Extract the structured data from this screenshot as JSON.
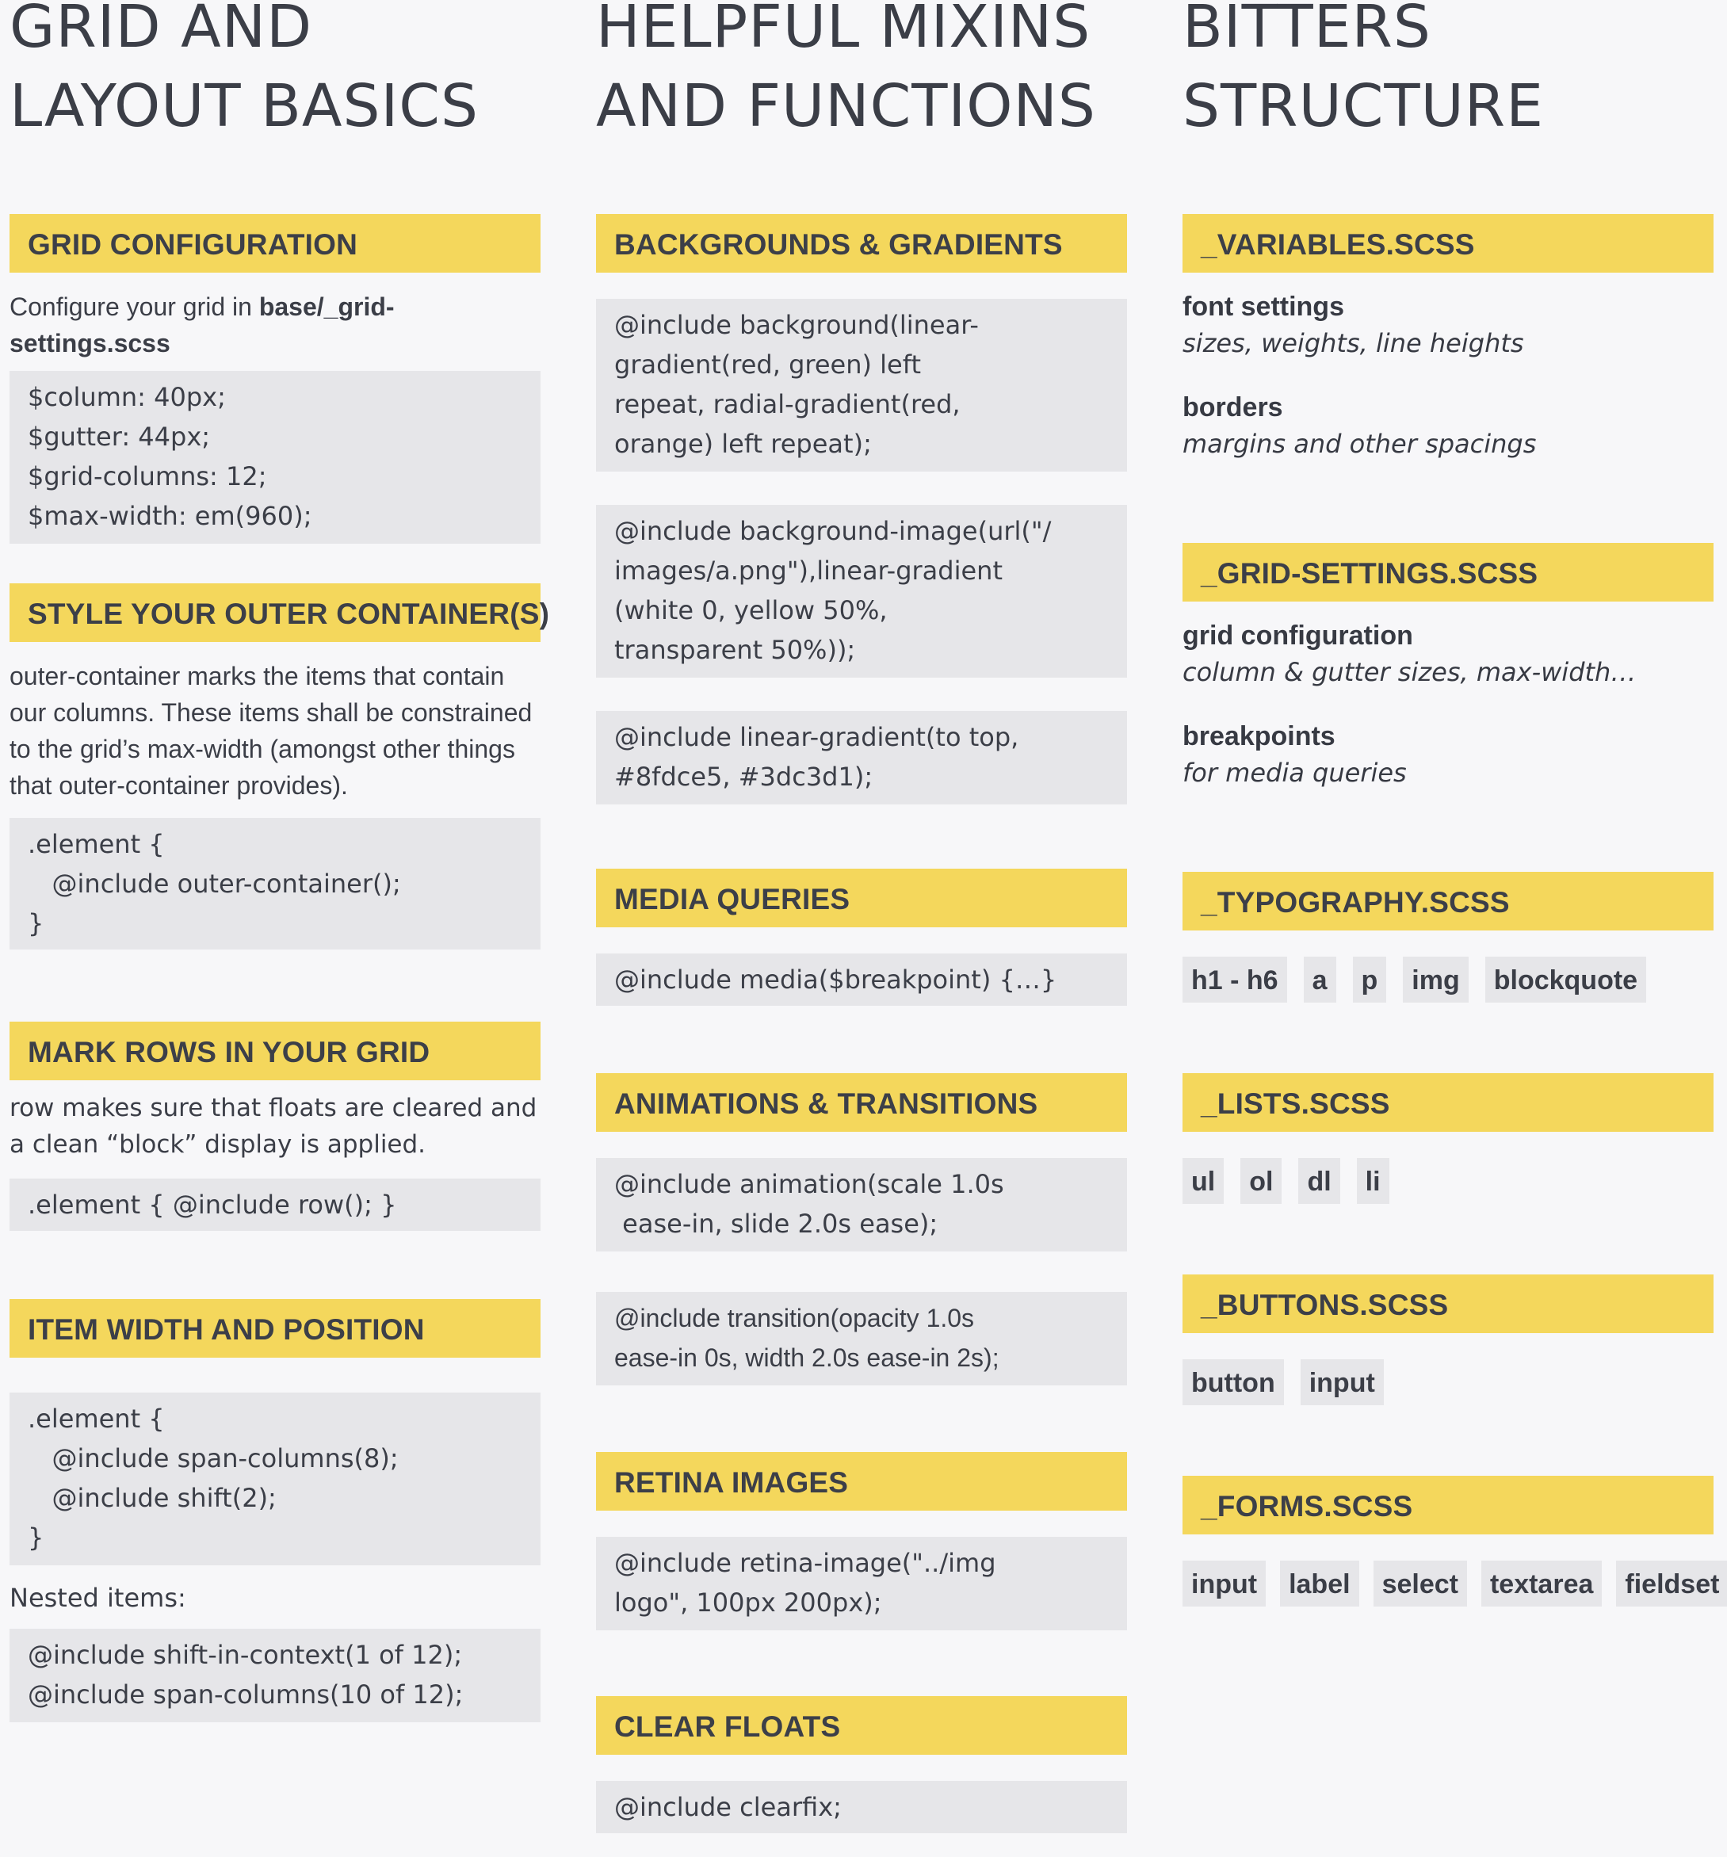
{
  "columns": [
    {
      "title_line1": "GRID AND",
      "title_line2": "LAYOUT BASICS"
    },
    {
      "title_line1": "HELPFUL MIXINS",
      "title_line2": "AND FUNCTIONS"
    },
    {
      "title_line1": "BITTERS",
      "title_line2": "STRUCTURE"
    }
  ],
  "grid": {
    "config": {
      "heading": "GRID CONFIGURATION",
      "intro_prefix": "Configure your grid in ",
      "intro_file": "base/_grid-settings.scss",
      "code": "$column: 40px;\n$gutter: 44px;\n$grid-columns: 12;\n$max-width: em(960);"
    },
    "outer": {
      "heading": "STYLE YOUR OUTER CONTAINER(S)",
      "text": "outer-container marks the items that contain our columns. These items shall be constrained to the grid’s max-width (amongst other things that outer-container provides).",
      "code": ".element {\n   @include outer-container();\n}"
    },
    "rows": {
      "heading": "MARK ROWS IN YOUR GRID",
      "text": "row makes sure that floats are cleared and a clean “block” display is applied.",
      "code": ".element { @include row(); }"
    },
    "item": {
      "heading": "ITEM WIDTH AND POSITION",
      "code": ".element {\n   @include span-columns(8);\n   @include shift(2);\n}",
      "nested_label": "Nested items:",
      "nested_code": "@include shift-in-context(1 of 12);\n@include span-columns(10 of 12);"
    }
  },
  "mixins": {
    "backgrounds": {
      "heading": "BACKGROUNDS & GRADIENTS",
      "code1": "@include background(linear-\ngradient(red, green) left\nrepeat, radial-gradient(red,\norange) left repeat);",
      "code2": "@include background-image(url(\"/\nimages/a.png\"),linear-gradient\n(white 0, yellow 50%,\ntransparent 50%));",
      "code3": "@include linear-gradient(to top,\n#8fdce5, #3dc3d1);"
    },
    "media": {
      "heading": "MEDIA QUERIES",
      "code": "@include media($breakpoint) {…}"
    },
    "animations": {
      "heading": "ANIMATIONS & TRANSITIONS",
      "code1": "@include animation(scale 1.0s\n ease-in, slide 2.0s ease);",
      "code2": "@include transition(opacity 1.0s\nease-in 0s, width 2.0s ease-in 2s);"
    },
    "retina": {
      "heading": "RETINA IMAGES",
      "code": "@include retina-image(\"../img\nlogo\", 100px 200px);"
    },
    "clear": {
      "heading": "CLEAR FLOATS",
      "code": "@include clearfix;"
    }
  },
  "bitters": {
    "variables": {
      "heading": "_VARIABLES.SCSS",
      "item1_label": "font settings",
      "item1_desc": "sizes, weights, line heights",
      "item2_label": "borders",
      "item2_desc": "margins and other spacings"
    },
    "grid_settings": {
      "heading": "_GRID-SETTINGS.SCSS",
      "item1_label": "grid configuration",
      "item1_desc": "column & gutter sizes, max-width…",
      "item2_label": "breakpoints",
      "item2_desc": "for media queries"
    },
    "typography": {
      "heading": "_TYPOGRAPHY.SCSS",
      "tags": [
        "h1 - h6",
        "a",
        "p",
        "img",
        "blockquote"
      ]
    },
    "lists": {
      "heading": "_LISTS.SCSS",
      "tags": [
        "ul",
        "ol",
        "dl",
        "li"
      ]
    },
    "buttons": {
      "heading": "_BUTTONS.SCSS",
      "tags": [
        "button",
        "input"
      ]
    },
    "forms": {
      "heading": "_FORMS.SCSS",
      "tags": [
        "input",
        "label",
        "select",
        "textarea",
        "fieldset"
      ]
    }
  },
  "colors": {
    "background": "#f7f7f9",
    "accent_yellow": "#f4d75c",
    "code_background": "#e6e6e9",
    "text": "#373a43"
  }
}
